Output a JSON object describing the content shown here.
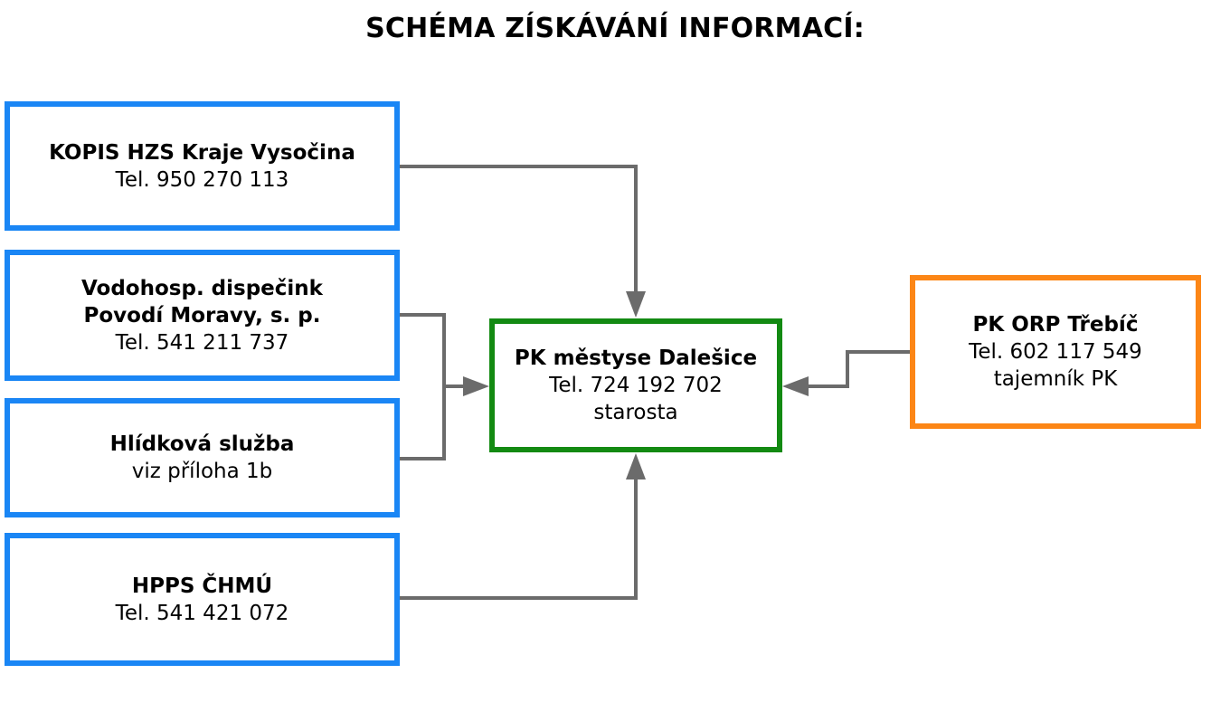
{
  "title": "SCHÉMA ZÍSKÁVÁNÍ INFORMACÍ:",
  "colors": {
    "source_border": "#1a86f5",
    "center_border": "#138a12",
    "orp_border": "#fc8616",
    "arrow": "#6b6b6b"
  },
  "nodes": {
    "kopis": {
      "name": "KOPIS HZS Kraje Vysočina",
      "phone": "Tel. 950 270 113"
    },
    "vodohosp": {
      "name_line1": "Vodohosp. dispečink",
      "name_line2": "Povodí Moravy, s. p.",
      "phone": "Tel. 541 211 737"
    },
    "hlidkova": {
      "name": "Hlídková služba",
      "note": "viz příloha 1b"
    },
    "hpps": {
      "name": "HPPS ČHMÚ",
      "phone": "Tel. 541 421 072"
    },
    "pk_dalesice": {
      "name": "PK městyse Dalešice",
      "phone": "Tel. 724 192 702",
      "role": "starosta"
    },
    "pk_orp": {
      "name": "PK ORP Třebíč",
      "phone": "Tel. 602 117 549",
      "role": "tajemník PK"
    }
  }
}
